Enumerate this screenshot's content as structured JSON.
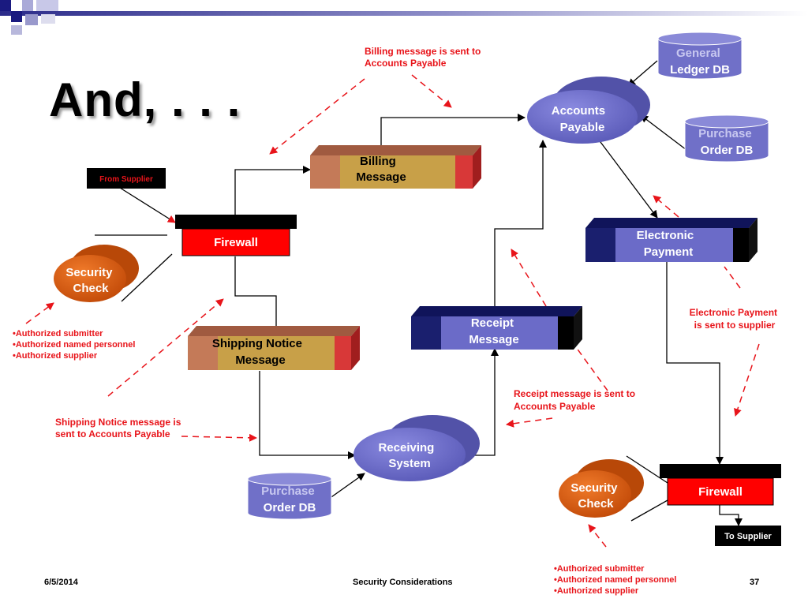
{
  "slide": {
    "title": "And, . . .",
    "date": "6/5/2014",
    "footer_center": "Security Considerations",
    "page_number": "37"
  },
  "nodes": {
    "from_supplier": "From Supplier",
    "to_supplier": "To Supplier",
    "firewall_left": "Firewall",
    "firewall_right": "Firewall",
    "security_check_left": [
      "Security",
      "Check"
    ],
    "security_check_right": [
      "Security",
      "Check"
    ],
    "billing_message": [
      "Billing",
      "Message"
    ],
    "shipping_notice_message": [
      "Shipping Notice",
      "Message"
    ],
    "receipt_message": [
      "Receipt",
      "Message"
    ],
    "electronic_payment": [
      "Electronic",
      "Payment"
    ],
    "accounts_payable": [
      "Accounts",
      "Payable"
    ],
    "receiving_system": [
      "Receiving",
      "System"
    ],
    "general_ledger_db": [
      "General",
      "Ledger DB"
    ],
    "purchase_order_db_top": [
      "Purchase",
      "Order DB"
    ],
    "purchase_order_db_bottom": [
      "Purchase",
      "Order DB"
    ]
  },
  "annotations": {
    "billing_note": [
      "Billing message is sent to",
      "Accounts Payable"
    ],
    "shipping_note": [
      "Shipping Notice  message is",
      "sent to Accounts Payable"
    ],
    "receipt_note": [
      "Receipt  message is sent to",
      "Accounts Payable"
    ],
    "payment_note": [
      "Electronic Payment",
      "is sent to supplier"
    ],
    "auth_left": [
      "•Authorized submitter",
      "•Authorized named personnel",
      "•Authorized supplier"
    ],
    "auth_right": [
      "•Authorized submitter",
      "•Authorized named personnel",
      "•Authorized supplier"
    ]
  },
  "colors": {
    "annotation_red": "#e8141a",
    "firewall_red": "#ff0000",
    "message_gold": "#c8a048",
    "message_navy": "#1a1f6e",
    "ellipse_blue": "#6b6bc8",
    "ellipse_orange": "#d45a12",
    "database_blue": "#7070c8"
  }
}
